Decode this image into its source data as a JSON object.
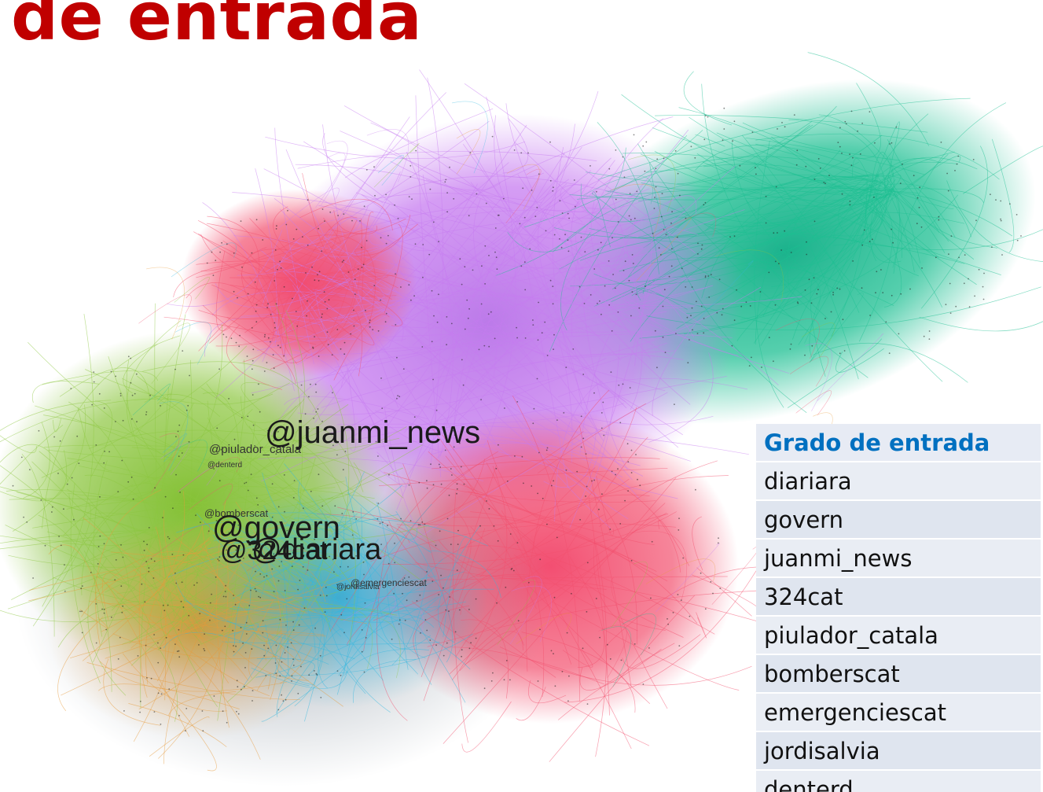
{
  "title": "de entrada",
  "graph": {
    "labels_large": [
      "@juanmi_news",
      "@govern",
      "@324cat",
      "@diariara"
    ],
    "labels_small": [
      "@piulador_catala",
      "@denterd",
      "@bomberscat",
      "@emergenciescat",
      "@jordisalvia"
    ],
    "clusters": [
      {
        "name": "green",
        "color": "#1dbf92"
      },
      {
        "name": "purple",
        "color": "#c77cf0"
      },
      {
        "name": "pink",
        "color": "#f2506e"
      },
      {
        "name": "lime",
        "color": "#8cc63f"
      },
      {
        "name": "cyan",
        "color": "#33b8e0"
      },
      {
        "name": "orange",
        "color": "#e89b3a"
      }
    ]
  },
  "table": {
    "header": "Grado de entrada",
    "rows": [
      "diariara",
      "govern",
      "juanmi_news",
      "324cat",
      "piulador_catala",
      "bomberscat",
      "emergenciescat",
      "jordisalvia",
      "denterd"
    ]
  }
}
